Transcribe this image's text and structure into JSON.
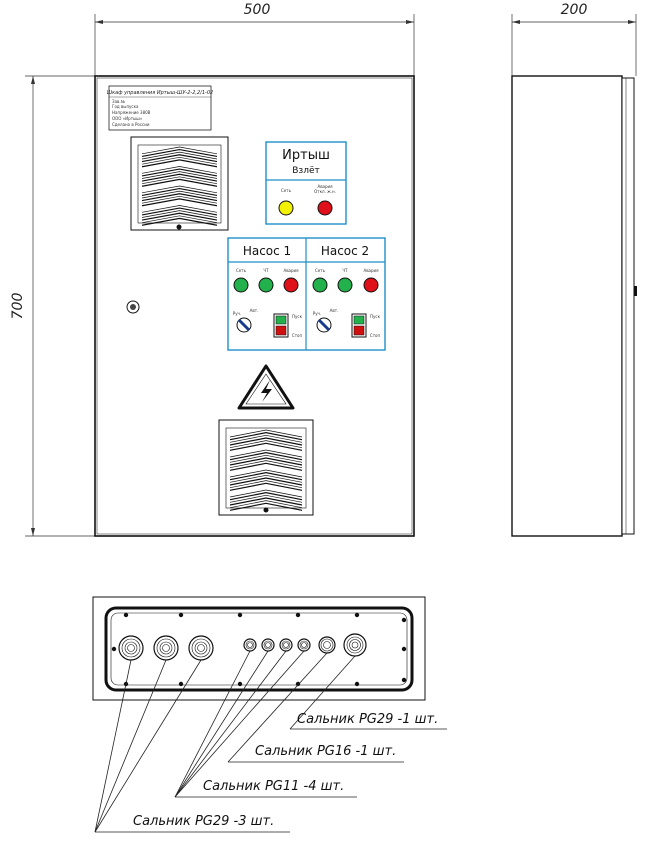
{
  "dimensions": {
    "width_front": "500",
    "depth_side": "200",
    "height": "700"
  },
  "nameplate": {
    "line1": "Шкаф управления Иртыш-ШУ-2-2,2/1-02",
    "line2": "Зав.№",
    "line3": "Год выпуска",
    "line4": "Напряжение 380В",
    "line5": "ООО «Иртыш»",
    "line6": "Сделано в России"
  },
  "info_panel": {
    "brand": "Иртыш",
    "subtitle": "Взлёт",
    "lamp1_label": "Сеть",
    "lamp2_label_top": "Авария",
    "lamp2_label_bottom": "Откл. ж.н."
  },
  "pump_panels": [
    {
      "title": "Насос 1",
      "lamp_labels": [
        "Сеть",
        "ЧТ",
        "Авария"
      ],
      "switch_left": "Руч.",
      "switch_right": "Авт.",
      "button_top": "Пуск",
      "button_bottom": "Стоп"
    },
    {
      "title": "Насос 2",
      "lamp_labels": [
        "Сеть",
        "ЧТ",
        "Авария"
      ],
      "switch_left": "Руч.",
      "switch_right": "Авт.",
      "button_top": "Пуск",
      "button_bottom": "Стоп"
    }
  ],
  "colors": {
    "panel_border": "#1e90c8",
    "lamp_yellow": "#f2f200",
    "lamp_red": "#e0101a",
    "lamp_green": "#22b14c",
    "button_green": "#22b14c",
    "button_red": "#d01010"
  },
  "gland_labels": {
    "pg29_1": "Сальник PG29 -1 шт.",
    "pg16_1": "Сальник PG16 -1 шт.",
    "pg11_4": "Сальник PG11 -4 шт.",
    "pg29_3": "Сальник PG29 -3 шт."
  }
}
